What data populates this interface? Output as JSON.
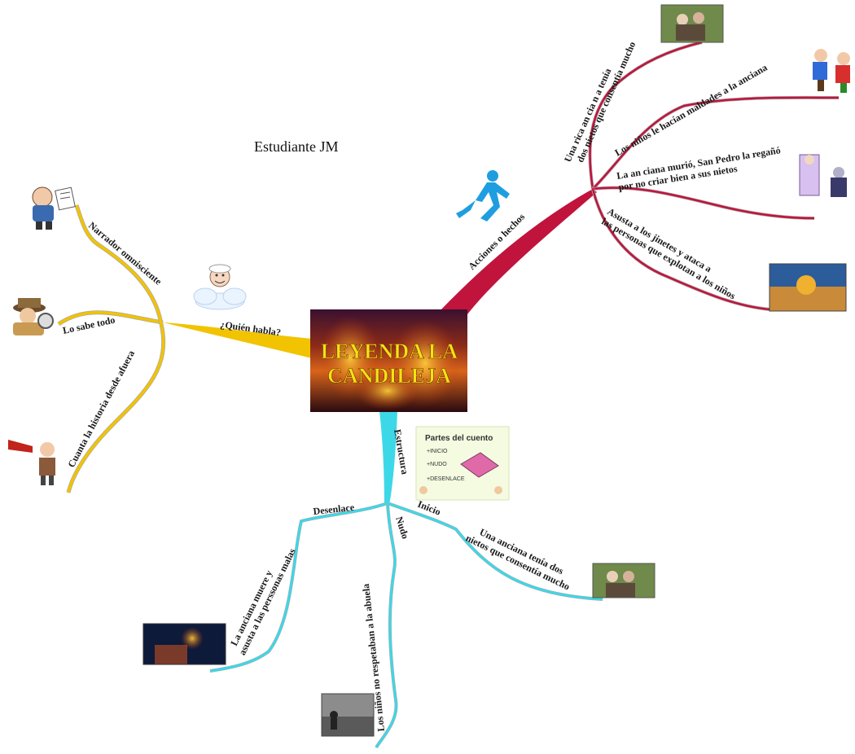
{
  "author": "Estudiante JM",
  "center": {
    "title_line1": "LEYENDA LA",
    "title_line2": "CANDILEJA"
  },
  "branches": {
    "narrator": {
      "label": "¿Quién habla?",
      "color": "#f2c300",
      "children": [
        "Narrador omnisciente",
        "Lo sabe todo",
        "Cuanta la historia desde afuera"
      ]
    },
    "actions": {
      "label": "Acciones o hechos",
      "color": "#c0143c",
      "children": [
        [
          "Una rica  an cia n a  tenía",
          "dos nietos que consentía mucho"
        ],
        [
          "Los niños le hacían maldades a la anciana"
        ],
        [
          "La  an ciana murió, San Pedro la regañó",
          "por no criar bien a sus nietos"
        ],
        [
          "Asusta a los jinetes y ataca a",
          "las personas que explotan a los niños"
        ]
      ]
    },
    "structure": {
      "label": "Estructura",
      "color": "#3cd8e8",
      "card": {
        "title": "Partes del cuento",
        "items": [
          "+INICIO",
          "+NUDO",
          "+DESENLACE"
        ]
      },
      "parts": {
        "inicio": {
          "label": "Inicio",
          "text": [
            "Una anciana tenía dos",
            "nietos que consentía mucho"
          ]
        },
        "nudo": {
          "label": "Nudo",
          "text": [
            "Los niños no respetaban a la abuela"
          ]
        },
        "desenlace": {
          "label": "Desenlace",
          "text": [
            "La anciana muere y",
            "asusta a las perssonas malas"
          ]
        }
      }
    }
  }
}
